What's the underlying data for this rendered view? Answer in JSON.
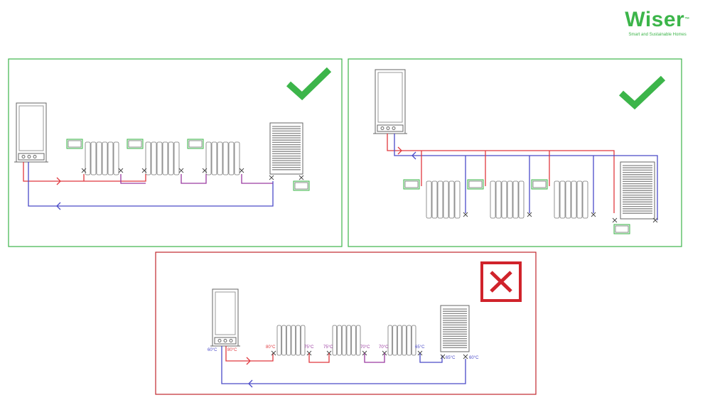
{
  "logo": {
    "word": "Wiser",
    "tm": "™",
    "tagline": "Smart and Sustainable Homes"
  },
  "colors": {
    "correct": "#3cb54a",
    "wrong": "#c0272d",
    "flow": "#e0383e",
    "return": "#4a4ac8",
    "mixed": "#9a3aa0"
  },
  "panels": [
    {
      "name": "series-with-trvs",
      "verdict": "check-icon"
    },
    {
      "name": "parallel-with-trvs",
      "verdict": "check-icon"
    },
    {
      "name": "series-without-control",
      "verdict": "cross-icon"
    }
  ],
  "temperatures": {
    "boiler_return": "60°C",
    "boiler_flow": "80°C",
    "radiators": [
      "80°C",
      "75°C",
      "75°C",
      "70°C",
      "70°C",
      "65°C"
    ],
    "towel_in": "65°C",
    "towel_out": "60°C"
  }
}
